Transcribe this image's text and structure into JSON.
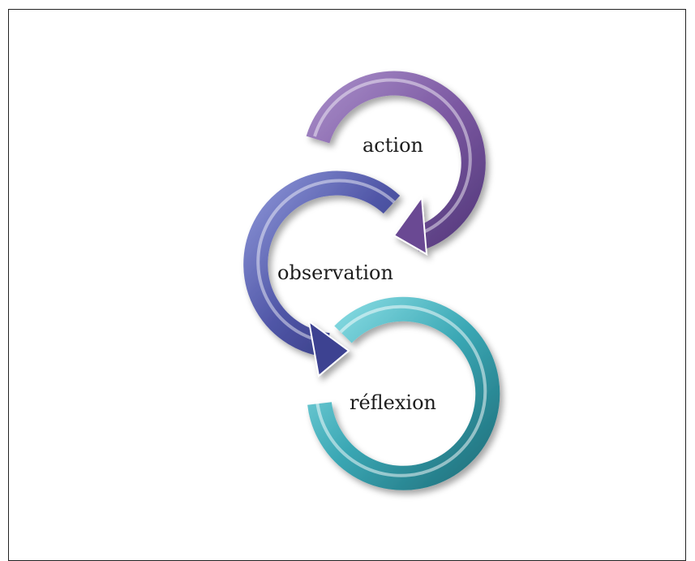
{
  "cycle": {
    "steps": [
      {
        "label": "action",
        "color": "#7d5aa3"
      },
      {
        "label": "observation",
        "color": "#4f55a6"
      },
      {
        "label": "réflexion",
        "color": "#3aa7b4"
      }
    ]
  }
}
